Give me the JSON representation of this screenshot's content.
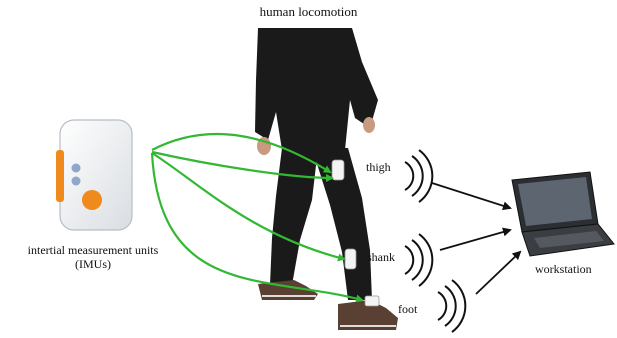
{
  "title": "human locomotion",
  "imu_label_line1": "intertial measurement units",
  "imu_label_line2": "(IMUs)",
  "sensors": {
    "thigh": "thigh",
    "shank": "shank",
    "foot": "foot"
  },
  "workstation": "workstation",
  "colors": {
    "arrow_green": "#33b833",
    "arrow_black": "#111111",
    "imu_orange": "#f08a1c",
    "imu_blue": "#8fa7c8",
    "trousers": "#1a1a1a"
  },
  "icons": [
    "imu-device-icon",
    "wireless-signal-icon",
    "laptop-icon"
  ]
}
